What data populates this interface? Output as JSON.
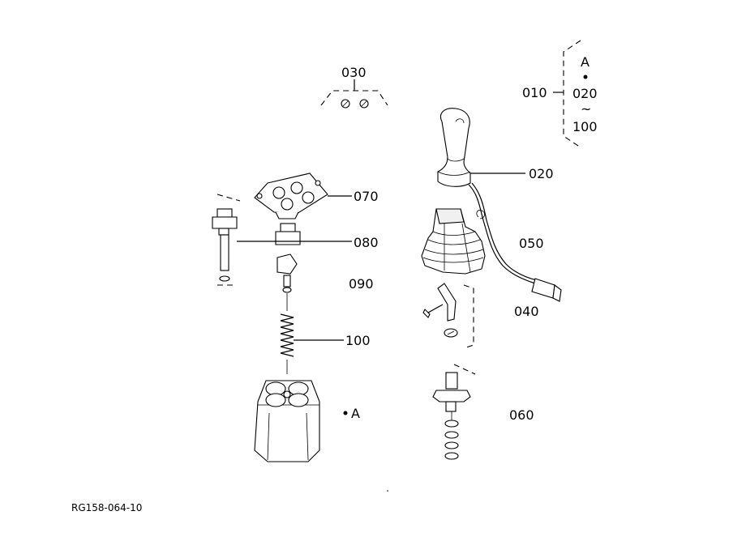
{
  "diagram": {
    "callouts": {
      "p030": "030",
      "p010": "010",
      "p020": "020",
      "p070": "070",
      "p080": "080",
      "p050": "050",
      "p090": "090",
      "p040": "040",
      "p100": "100",
      "p060": "060",
      "refA": "A"
    },
    "assembly_legend": {
      "line1": "A",
      "line2": "020",
      "line3": "~",
      "line4": "100"
    },
    "figure_code": "RG158-064-10"
  },
  "colors": {
    "ink": "#000000",
    "paper": "#ffffff",
    "shade": "#f0f0f0"
  }
}
